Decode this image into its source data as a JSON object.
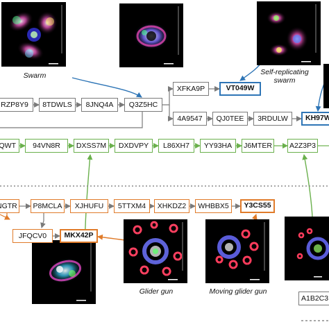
{
  "panels": {
    "swarm": {
      "caption": "Swarm"
    },
    "top_middle": {
      "caption": ""
    },
    "self_replicating": {
      "caption": "Self-replicating\nswarm"
    },
    "bottom_left": {
      "caption": ""
    },
    "glider_gun": {
      "caption": "Glider gun"
    },
    "moving_glider_gun": {
      "caption": "Moving glider gun"
    },
    "right_mid": {
      "caption": ""
    }
  },
  "nodes": {
    "rzp8y9": "RZP8Y9",
    "8tdwls": "8TDWLS",
    "8jnq4a": "8JNQ4A",
    "q3z5hc": "Q3Z5HC",
    "xfka9p": "XFKA9P",
    "vt049w": "VT049W",
    "4a9547": "4A9547",
    "qj0tee": "QJ0TEE",
    "3rdulw": "3RDULW",
    "kh97w": "KH97W",
    "qwt": "QWT",
    "94vn8r": "94VN8R",
    "dxss7m": "DXSS7M",
    "dxdvpy": "DXDVPY",
    "l86xh7": "L86XH7",
    "yy93ha": "YY93HA",
    "j6mter": "J6MTER",
    "a2z3p3": "A2Z3P3",
    "ngtr": "NGTR",
    "p8mcla": "P8MCLA",
    "xjhufu": "XJHUFU",
    "5ttxm4": "5TTXM4",
    "xhkdz2": "XHKDZ2",
    "whbbx5": "WHBBX5",
    "y3cs55": "Y3CS55",
    "jfqcv0": "JFQCV0",
    "mkx42p": "MKX42P"
  },
  "legend": {
    "label": "A1B2C3"
  },
  "colors": {
    "blue": "#2e75b6",
    "green": "#6ab04c",
    "orange": "#e07b2a",
    "gray": "#7a7a7a"
  }
}
